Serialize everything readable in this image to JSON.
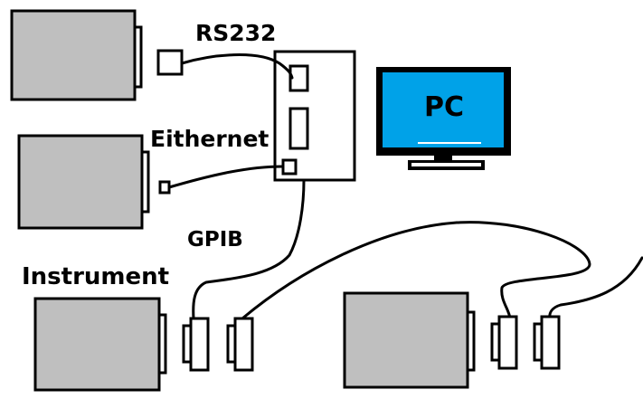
{
  "labels": {
    "rs232": "RS232",
    "ethernet": "Eithernet",
    "gpib": "GPIB",
    "instrument": "Instrument",
    "pc": "PC"
  },
  "colors": {
    "device_fill": "#bfbfbf",
    "pc_screen": "#00a2e8",
    "line": "#000000"
  }
}
